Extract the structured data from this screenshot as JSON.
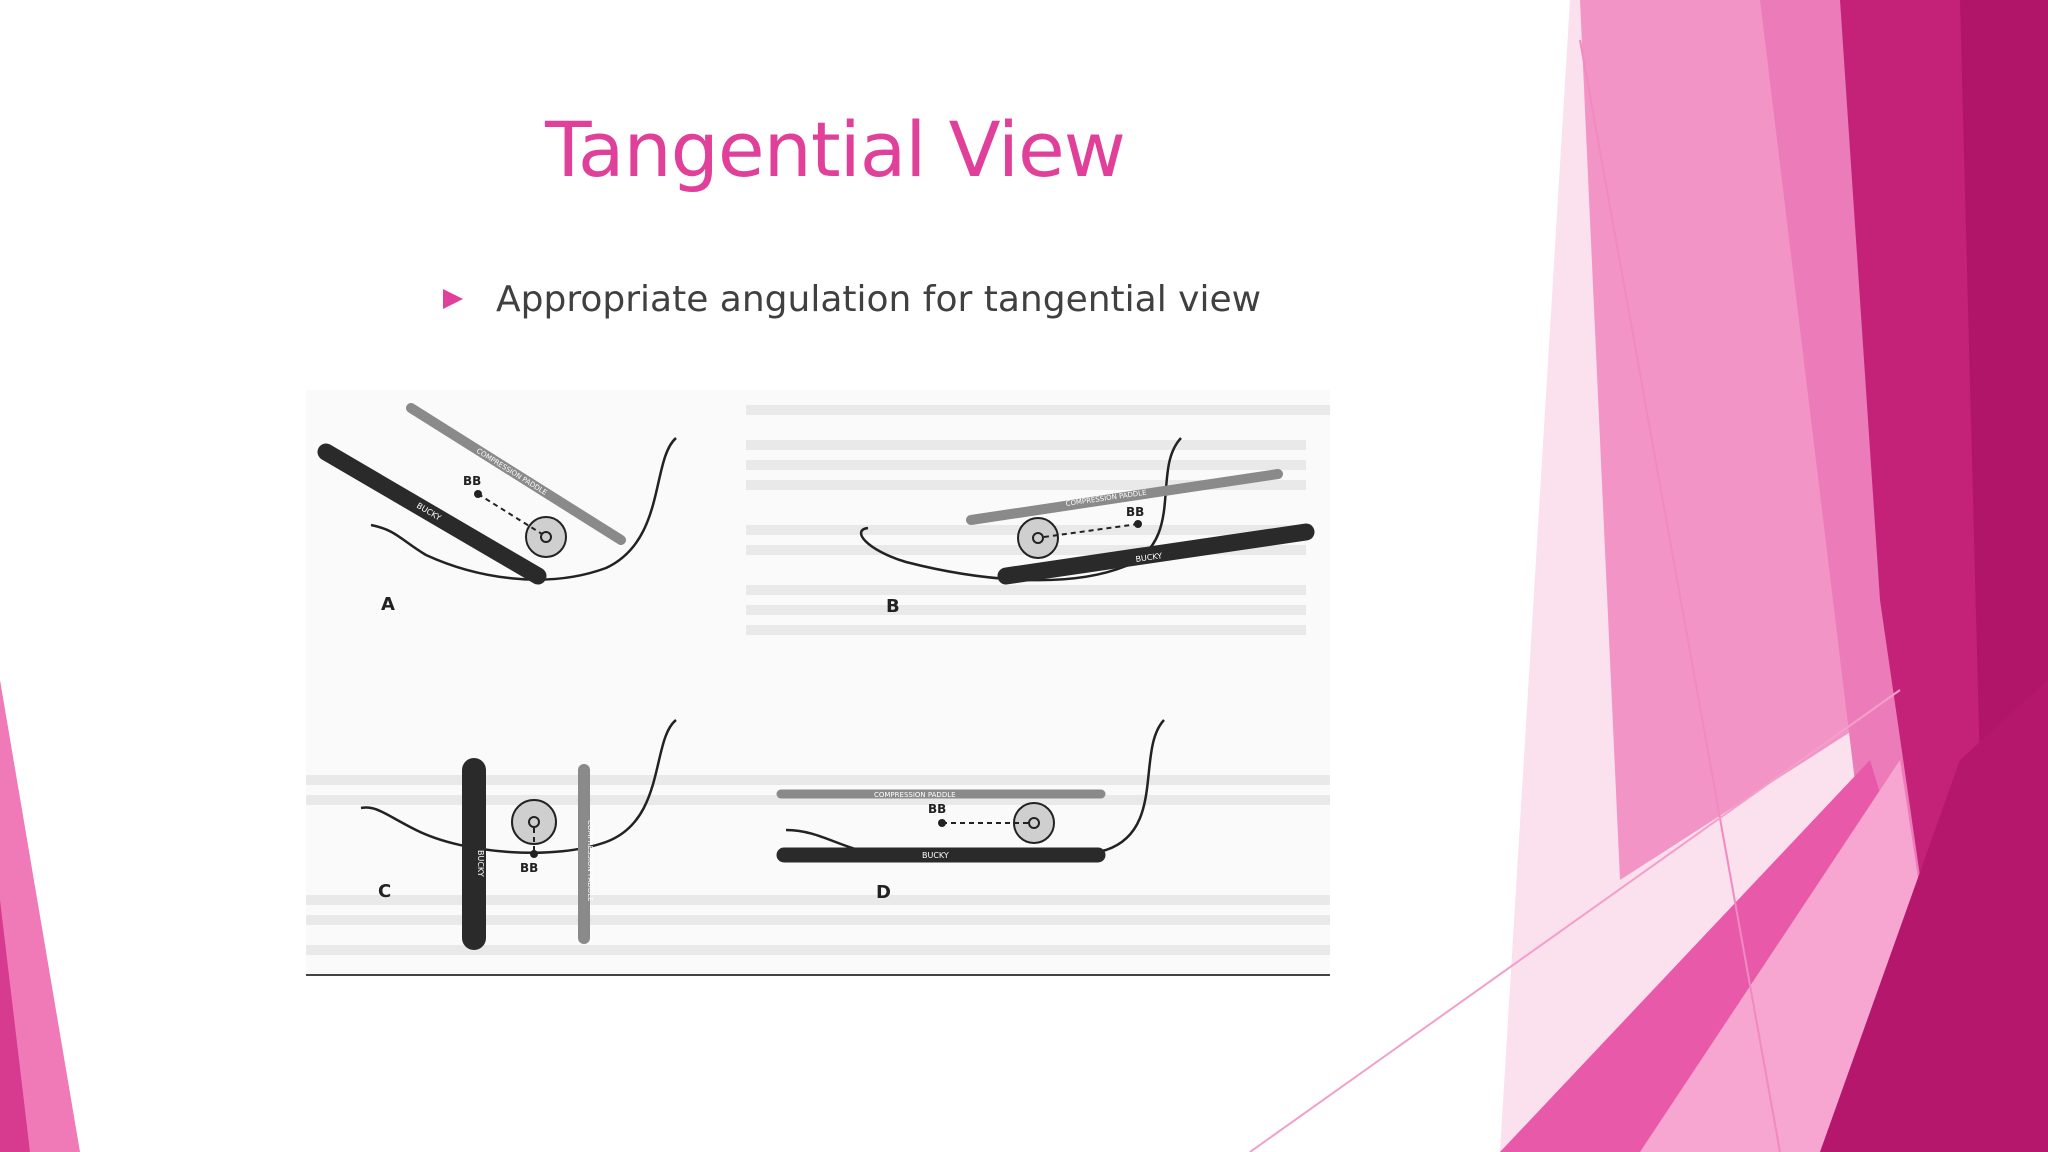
{
  "slide": {
    "title": "Tangential View",
    "bullets": [
      "Appropriate angulation for tangential view"
    ]
  },
  "figure": {
    "panels": [
      {
        "label": "A",
        "bb_label": "BB",
        "paddle_label": "COMPRESSION PADDLE",
        "bucky_label": "BUCKY"
      },
      {
        "label": "B",
        "bb_label": "BB",
        "paddle_label": "COMPRESSION PADDLE",
        "bucky_label": "BUCKY"
      },
      {
        "label": "C",
        "bb_label": "BB",
        "paddle_label": "COMPRESSION PADDLE",
        "bucky_label": "BUCKY"
      },
      {
        "label": "D",
        "bb_label": "BB",
        "paddle_label": "COMPRESSION PADDLE",
        "bucky_label": "BUCKY"
      }
    ]
  },
  "colors": {
    "title": "#e0409a",
    "bullet_marker": "#e0409a",
    "body_text": "#404040",
    "magenta_dark": "#b7196d",
    "magenta_mid": "#e2509f",
    "pink_light": "#f6bcdb"
  },
  "icons": {
    "bullet": "triangle-right-icon"
  }
}
